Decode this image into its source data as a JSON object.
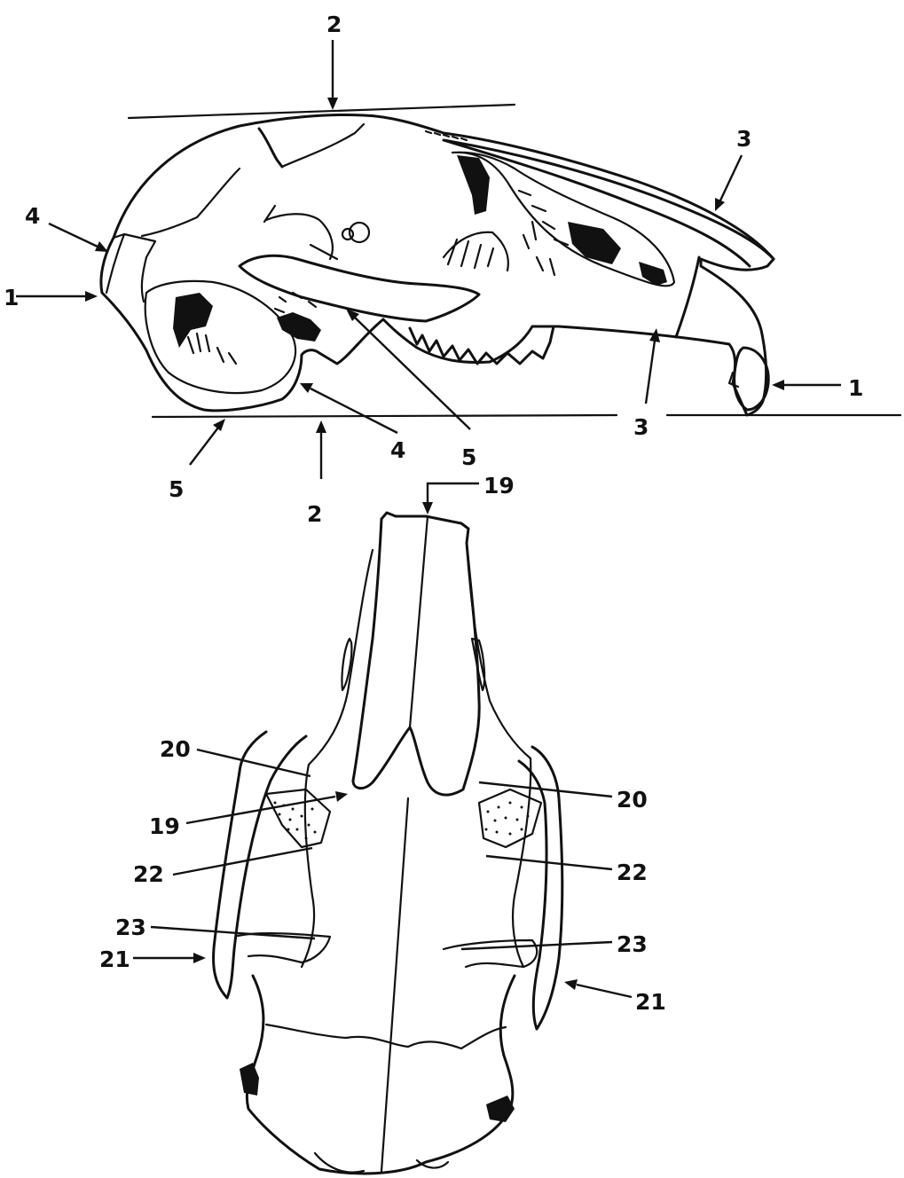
{
  "colors": {
    "ink": "#111111",
    "paper": "#ffffff"
  },
  "lateral_view": {
    "labels": {
      "one_left": "1",
      "one_right": "1",
      "two_top": "2",
      "two_bottom": "2",
      "three_top": "3",
      "three_bottom": "3",
      "four_top": "4",
      "four_bottom": "4",
      "five_left": "5",
      "five_right": "5"
    }
  },
  "dorsal_view": {
    "labels": {
      "nineteen_top": "19",
      "nineteen_left": "19",
      "twenty_left": "20",
      "twenty_right": "20",
      "twentytwo_left": "22",
      "twentytwo_right": "22",
      "twentythree_left": "23",
      "twentythree_right": "23",
      "twentyone_left": "21",
      "twentyone_right": "21"
    }
  }
}
